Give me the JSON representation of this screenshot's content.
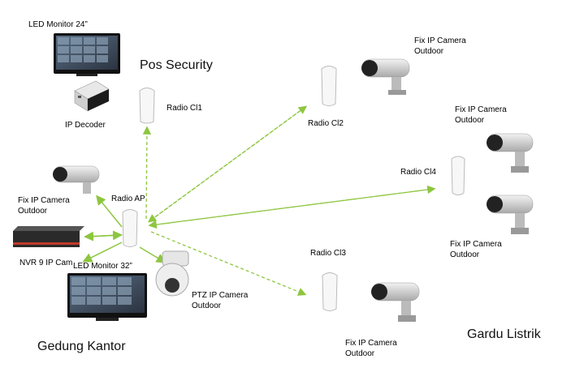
{
  "locations": {
    "pos_security": "Pos Security",
    "gedung_kantor": "Gedung Kantor",
    "gardu_listrik": "Gardu Listrik"
  },
  "devices": {
    "led_monitor_24": "LED Monitor 24”",
    "ip_decoder": "IP Decoder",
    "radio_cl1": "Radio Cl1",
    "radio_cl2": "Radio Cl2",
    "radio_cl3": "Radio Cl3",
    "radio_cl4": "Radio Cl4",
    "radio_ap": "Radio AP",
    "nvr": "NVR 9 IP Cam",
    "led_monitor_32": "LED Monitor 32”",
    "fix_cam_line1": "Fix IP Camera",
    "fix_cam_line2": "Outdoor",
    "ptz_line1": "PTZ IP Camera",
    "ptz_line2": "Outdoor"
  },
  "colors": {
    "link": "#8dc63f"
  }
}
